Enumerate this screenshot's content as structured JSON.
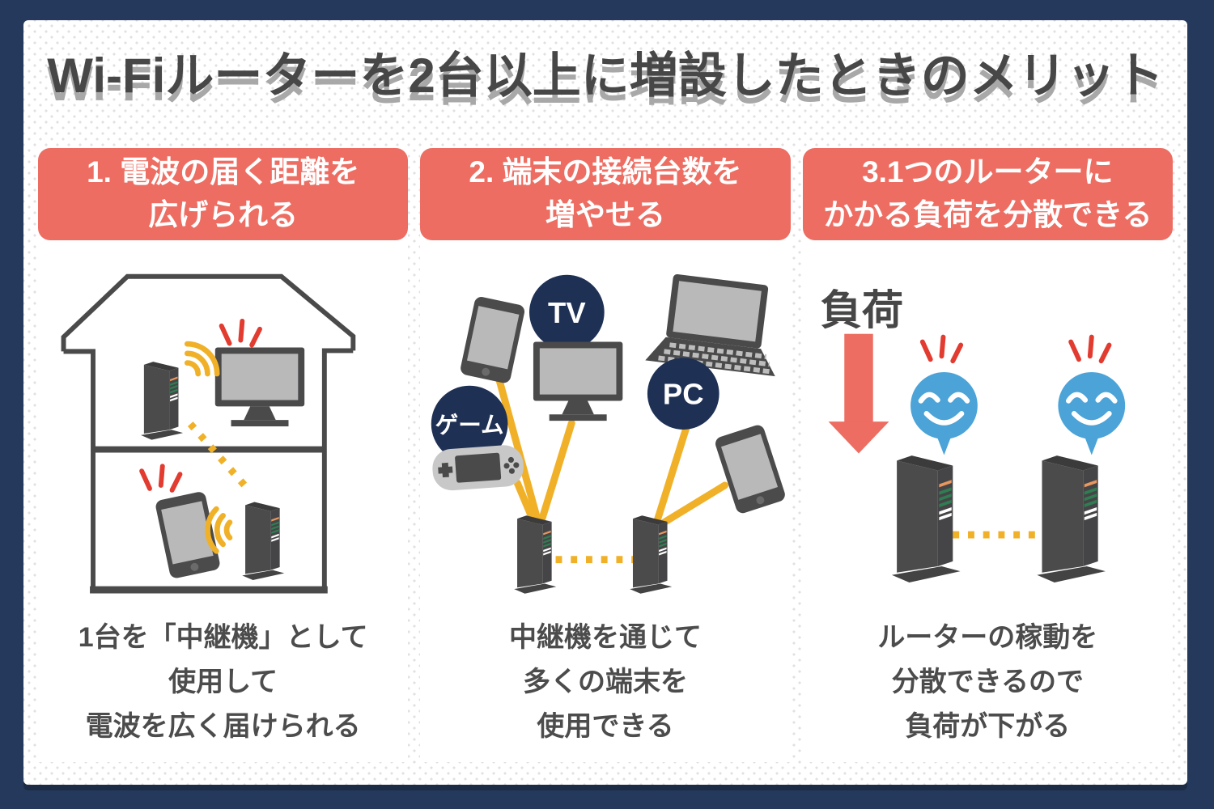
{
  "title": "Wi-Fiルーターを2台以上に増設したときのメリット",
  "columns": [
    {
      "header_line1": "1. 電波の届く距離を",
      "header_line2": "広げられる",
      "caption_line1": "1台を「中継機」として",
      "caption_line2": "使用して",
      "caption_line3": "電波を広く届けられる"
    },
    {
      "header_line1": "2. 端末の接続台数を",
      "header_line2": "増やせる",
      "caption_line1": "中継機を通じて",
      "caption_line2": "多くの端末を",
      "caption_line3": "使用できる"
    },
    {
      "header_line1": "3.1つのルーターに",
      "header_line2": "かかる負荷を分散できる",
      "caption_line1": "ルーターの稼動を",
      "caption_line2": "分散できるので",
      "caption_line3": "負荷が下がる"
    }
  ],
  "badges": {
    "tv": "TV",
    "pc": "PC",
    "game": "ゲーム"
  },
  "labels": {
    "load": "負荷"
  },
  "colors": {
    "frame_navy": "#24395B",
    "header_salmon": "#ED6D62",
    "line_yellow": "#F0B128",
    "badge_navy": "#1E3054",
    "smiley_blue": "#4BA3D8",
    "mark_red": "#E23B30",
    "text_dark": "#474747"
  }
}
